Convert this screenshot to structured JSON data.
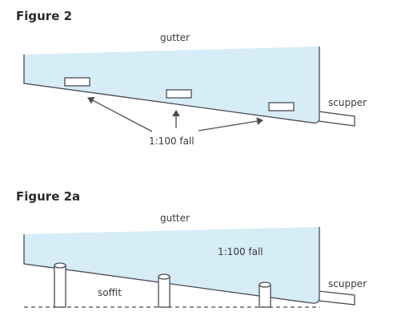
{
  "figure_2": {
    "title": "Figure 2",
    "gutter_label": "gutter",
    "scupper_label": "scupper",
    "fall_label": "1:100 fall"
  },
  "figure_2a": {
    "title": "Figure 2a",
    "gutter_label": "gutter",
    "scupper_label": "scupper",
    "fall_label": "1:100 fall",
    "soffit_label": "soffit"
  },
  "colors": {
    "gutter_fill": "#d6ecf7",
    "line": "#4b4b55",
    "text": "#3a3a3a"
  }
}
